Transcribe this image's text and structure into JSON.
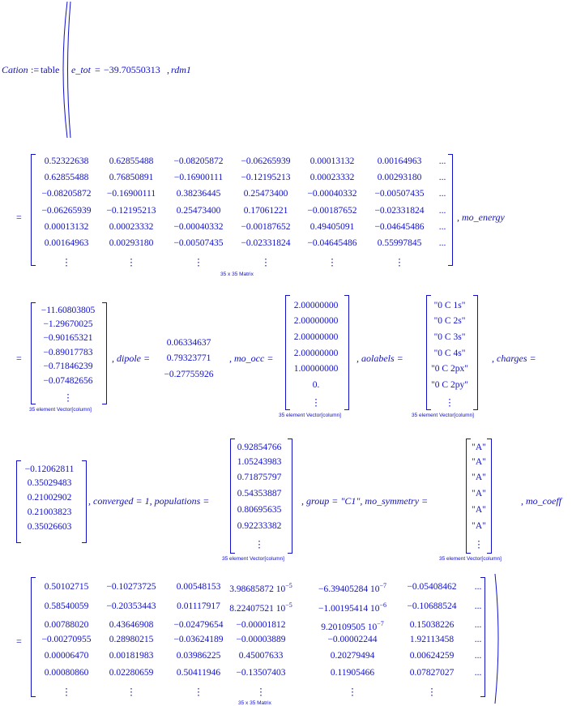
{
  "line1": {
    "lhs": "Cation",
    "assign": ":=",
    "func": "table",
    "e_tot_label": "e_tot",
    "eq": "=",
    "e_tot_value": "−39.70550313",
    "rdm_label": "rdm1"
  },
  "rdm1": {
    "rows": [
      [
        "0.52322638",
        "0.62855488",
        "−0.08205872",
        "−0.06265939",
        "0.00013132",
        "0.00164963",
        "..."
      ],
      [
        "0.62855488",
        "0.76850891",
        "−0.16900111",
        "−0.12195213",
        "0.00023332",
        "0.00293180",
        "..."
      ],
      [
        "−0.08205872",
        "−0.16900111",
        "0.38236445",
        "0.25473400",
        "−0.00040332",
        "−0.00507435",
        "..."
      ],
      [
        "−0.06265939",
        "−0.12195213",
        "0.25473400",
        "0.17061221",
        "−0.00187652",
        "−0.02331824",
        "..."
      ],
      [
        "0.00013132",
        "0.00023332",
        "−0.00040332",
        "−0.00187652",
        "0.49405091",
        "−0.04645486",
        "..."
      ],
      [
        "0.00164963",
        "0.00293180",
        "−0.00507435",
        "−0.02331824",
        "−0.04645486",
        "0.55997845",
        "..."
      ],
      [
        "⋮",
        "⋮",
        "⋮",
        "⋮",
        "⋮",
        "⋮",
        ""
      ]
    ],
    "caption": "35 x 35 Matrix",
    "after": ", mo_energy"
  },
  "mo_energy": {
    "values": [
      "−11.60803805",
      "−1.29670025",
      "−0.90165321",
      "−0.89017783",
      "−0.71846239",
      "−0.07482656",
      "⋮"
    ],
    "caption": "35 element Vector[column]"
  },
  "dipole": {
    "label": ", dipole =",
    "values": [
      "0.06334637",
      "0.79323771",
      "−0.27755926"
    ]
  },
  "mo_occ": {
    "label": ", mo_occ =",
    "values": [
      "2.00000000",
      "2.00000000",
      "2.00000000",
      "2.00000000",
      "1.00000000",
      "0.",
      "⋮"
    ],
    "caption": "35 element Vector[column]"
  },
  "aolabels": {
    "label": ", aolabels =",
    "values": [
      "\"0 C 1s\"",
      "\"0 C 2s\"",
      "\"0 C 3s\"",
      "\"0 C 4s\"",
      "\"0 C 2px\"",
      "\"0 C 2py\"",
      "⋮"
    ],
    "caption": "35 element Vector[column]"
  },
  "charges": {
    "label": ", charges =",
    "values": [
      "−0.12062811",
      "0.35029483",
      "0.21002902",
      "0.21003823",
      "0.35026603"
    ]
  },
  "converged": {
    "label": ", converged = 1, populations ="
  },
  "populations": {
    "values": [
      "0.92854766",
      "1.05243983",
      "0.71875797",
      "0.54353887",
      "0.80695635",
      "0.92233382",
      "⋮"
    ],
    "caption": "35 element Vector[column]"
  },
  "group": {
    "label": ", group = \"C1\", mo_symmetry ="
  },
  "mo_symmetry": {
    "values": [
      "\"A\"",
      "\"A\"",
      "\"A\"",
      "\"A\"",
      "\"A\"",
      "\"A\"",
      "⋮"
    ],
    "caption": "35 element Vector[column]"
  },
  "mo_coeff": {
    "label": ", mo_coeff",
    "rows": [
      [
        "0.50102715",
        "−0.10273725",
        "0.00548153",
        "3.98685872 10",
        "−5",
        "−6.39405284 10",
        "−7",
        "−0.05408462",
        "..."
      ],
      [
        "0.58540059",
        "−0.20353443",
        "0.01117917",
        "8.22407521 10",
        "−5",
        "−1.00195414 10",
        "−6",
        "−0.10688524",
        "..."
      ],
      [
        "0.00788020",
        "0.43646908",
        "−0.02479654",
        "−0.00001812",
        "",
        "9.20109505 10",
        "−7",
        "0.15038226",
        "..."
      ],
      [
        "−0.00270955",
        "0.28980215",
        "−0.03624189",
        "−0.00003889",
        "",
        "−0.00002244",
        "",
        "1.92113458",
        "..."
      ],
      [
        "0.00006470",
        "0.00181983",
        "0.03986225",
        "0.45007633",
        "",
        "0.20279494",
        "",
        "0.00624259",
        "..."
      ],
      [
        "0.00080860",
        "0.02280659",
        "0.50411946",
        "−0.13507403",
        "",
        "0.11905466",
        "",
        "0.07827027",
        "..."
      ],
      [
        "⋮",
        "⋮",
        "⋮",
        "⋮",
        "",
        "⋮",
        "",
        "⋮",
        ""
      ]
    ],
    "caption": "35 x 35 Matrix"
  },
  "eq_sign": "="
}
